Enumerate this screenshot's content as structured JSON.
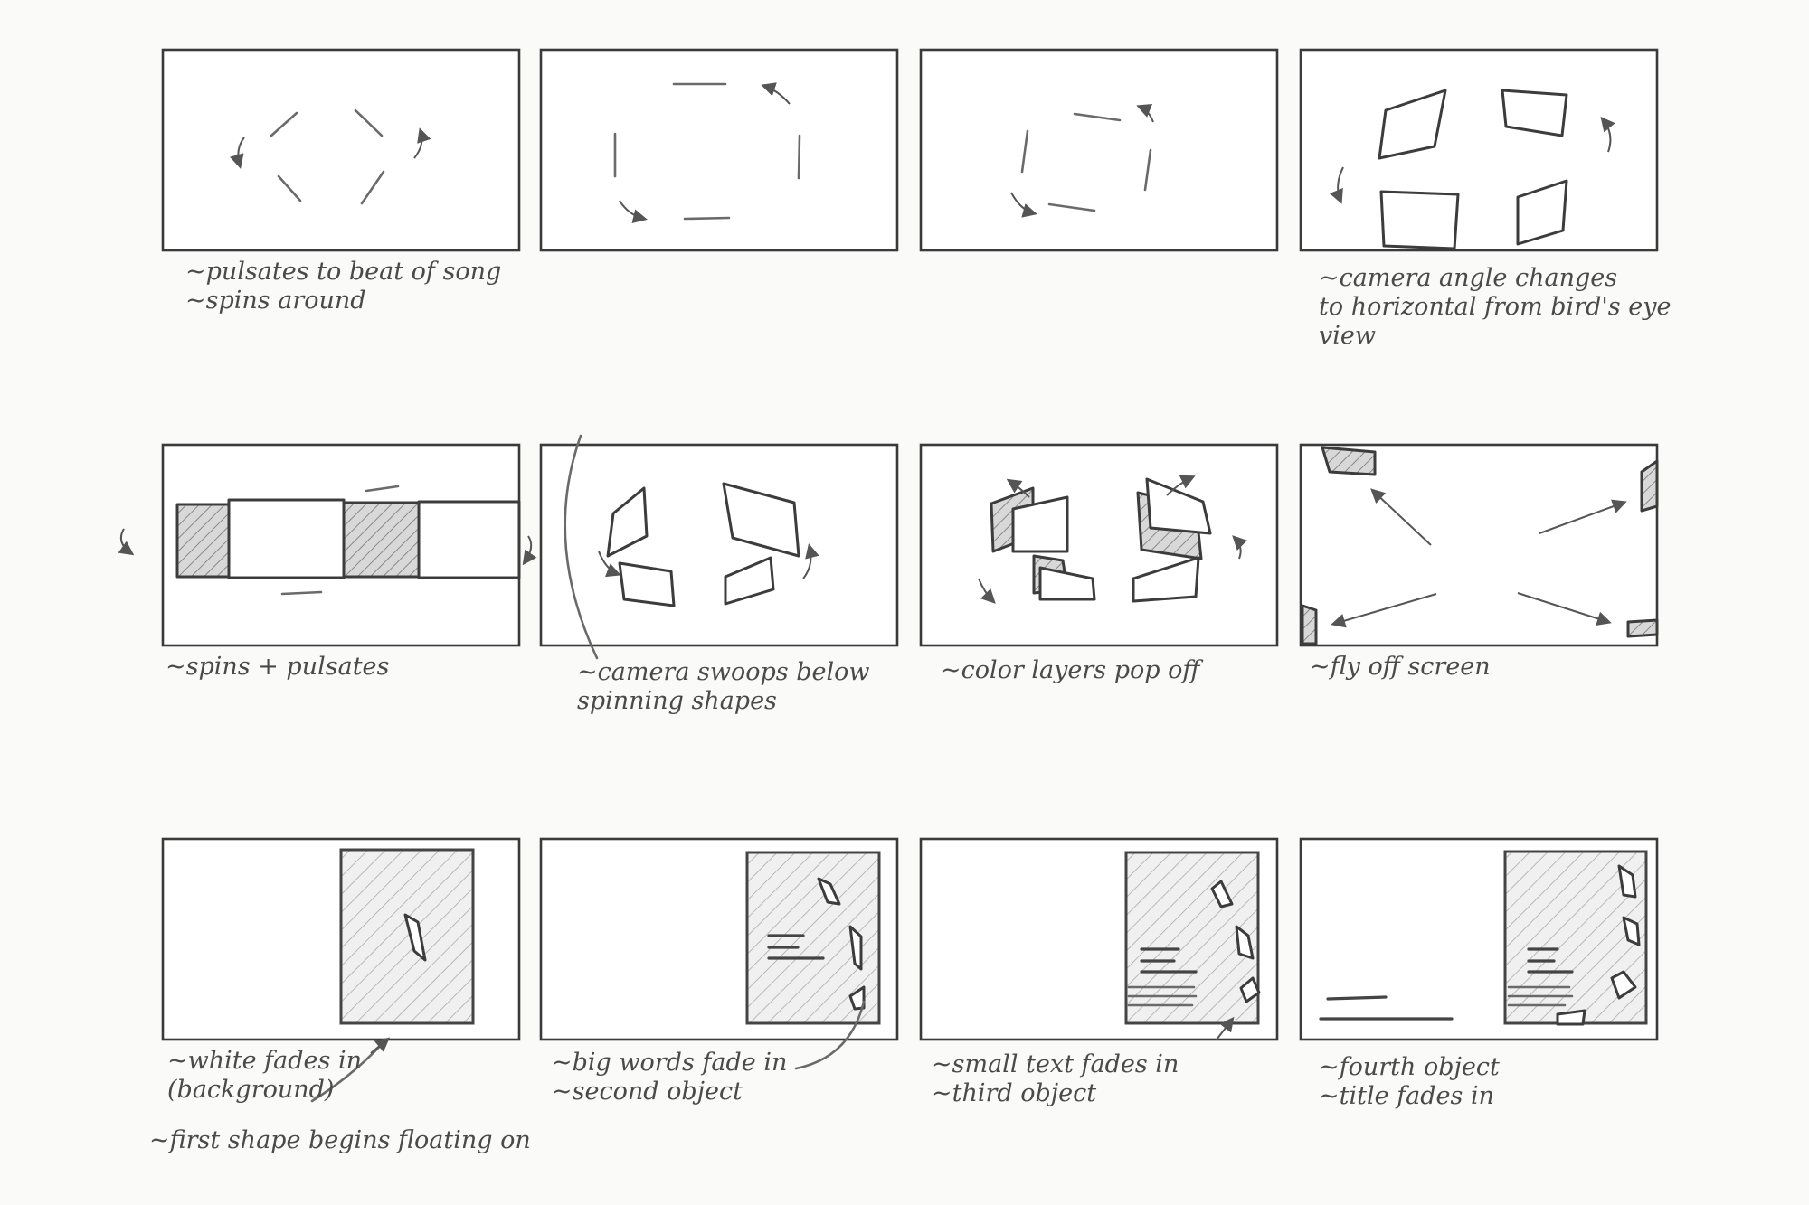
{
  "panels": [
    {
      "id": 1,
      "captions": [
        "~pulsates to beat of song",
        "~spins around"
      ]
    },
    {
      "id": 2,
      "captions": []
    },
    {
      "id": 3,
      "captions": []
    },
    {
      "id": 4,
      "captions": [
        "~camera angle changes",
        "to horizontal from bird's eye",
        "view"
      ]
    },
    {
      "id": 5,
      "captions": [
        "~spins + pulsates"
      ]
    },
    {
      "id": 6,
      "captions": [
        "~camera swoops below",
        "spinning shapes"
      ]
    },
    {
      "id": 7,
      "captions": [
        "~color layers pop off"
      ]
    },
    {
      "id": 8,
      "captions": [
        "~fly off screen"
      ]
    },
    {
      "id": 9,
      "captions": [
        "~white fades in",
        "(background)",
        "~first shape begins floating on"
      ]
    },
    {
      "id": 10,
      "captions": [
        "~big words fade in",
        "~second object"
      ]
    },
    {
      "id": 11,
      "captions": [
        "~small text fades in",
        "~third object"
      ]
    },
    {
      "id": 12,
      "captions": [
        "~fourth object",
        "~title fades in"
      ]
    }
  ],
  "colors": {
    "paper": "#fafaf9",
    "pencil": "#4a4a4a"
  }
}
